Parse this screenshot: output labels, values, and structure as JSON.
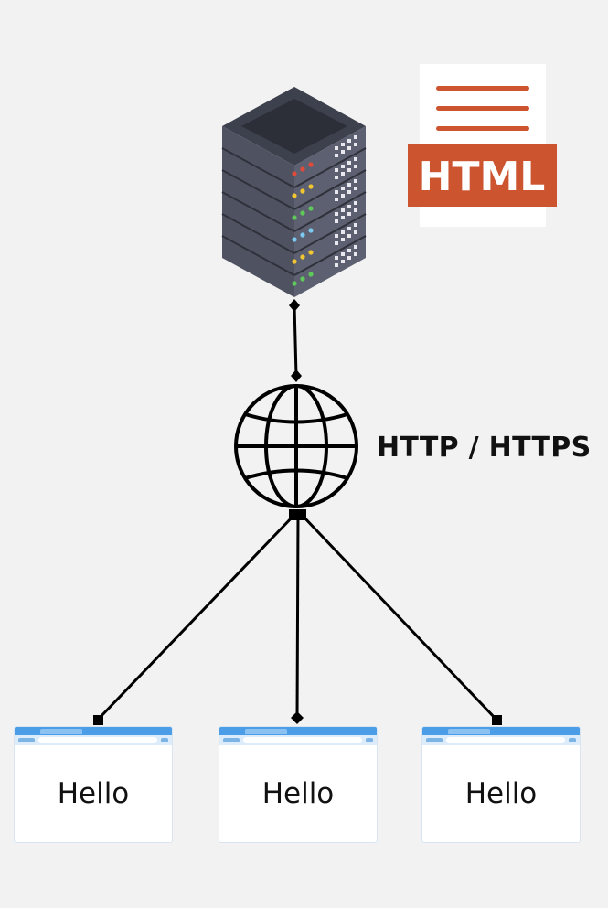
{
  "diagram": {
    "html_badge_text": "HTML",
    "protocol_label": "HTTP / HTTPS",
    "clients": [
      {
        "content_text": "Hello"
      },
      {
        "content_text": "Hello"
      },
      {
        "content_text": "Hello"
      }
    ]
  },
  "colors": {
    "background": "#f2f2f2",
    "server_body": "#4f5261",
    "html_badge": "#cc5530",
    "browser_bar": "#4a9de6",
    "connector": "#000000"
  },
  "icons": [
    "server-icon",
    "html-document-icon",
    "globe-icon",
    "browser-window-icon"
  ]
}
